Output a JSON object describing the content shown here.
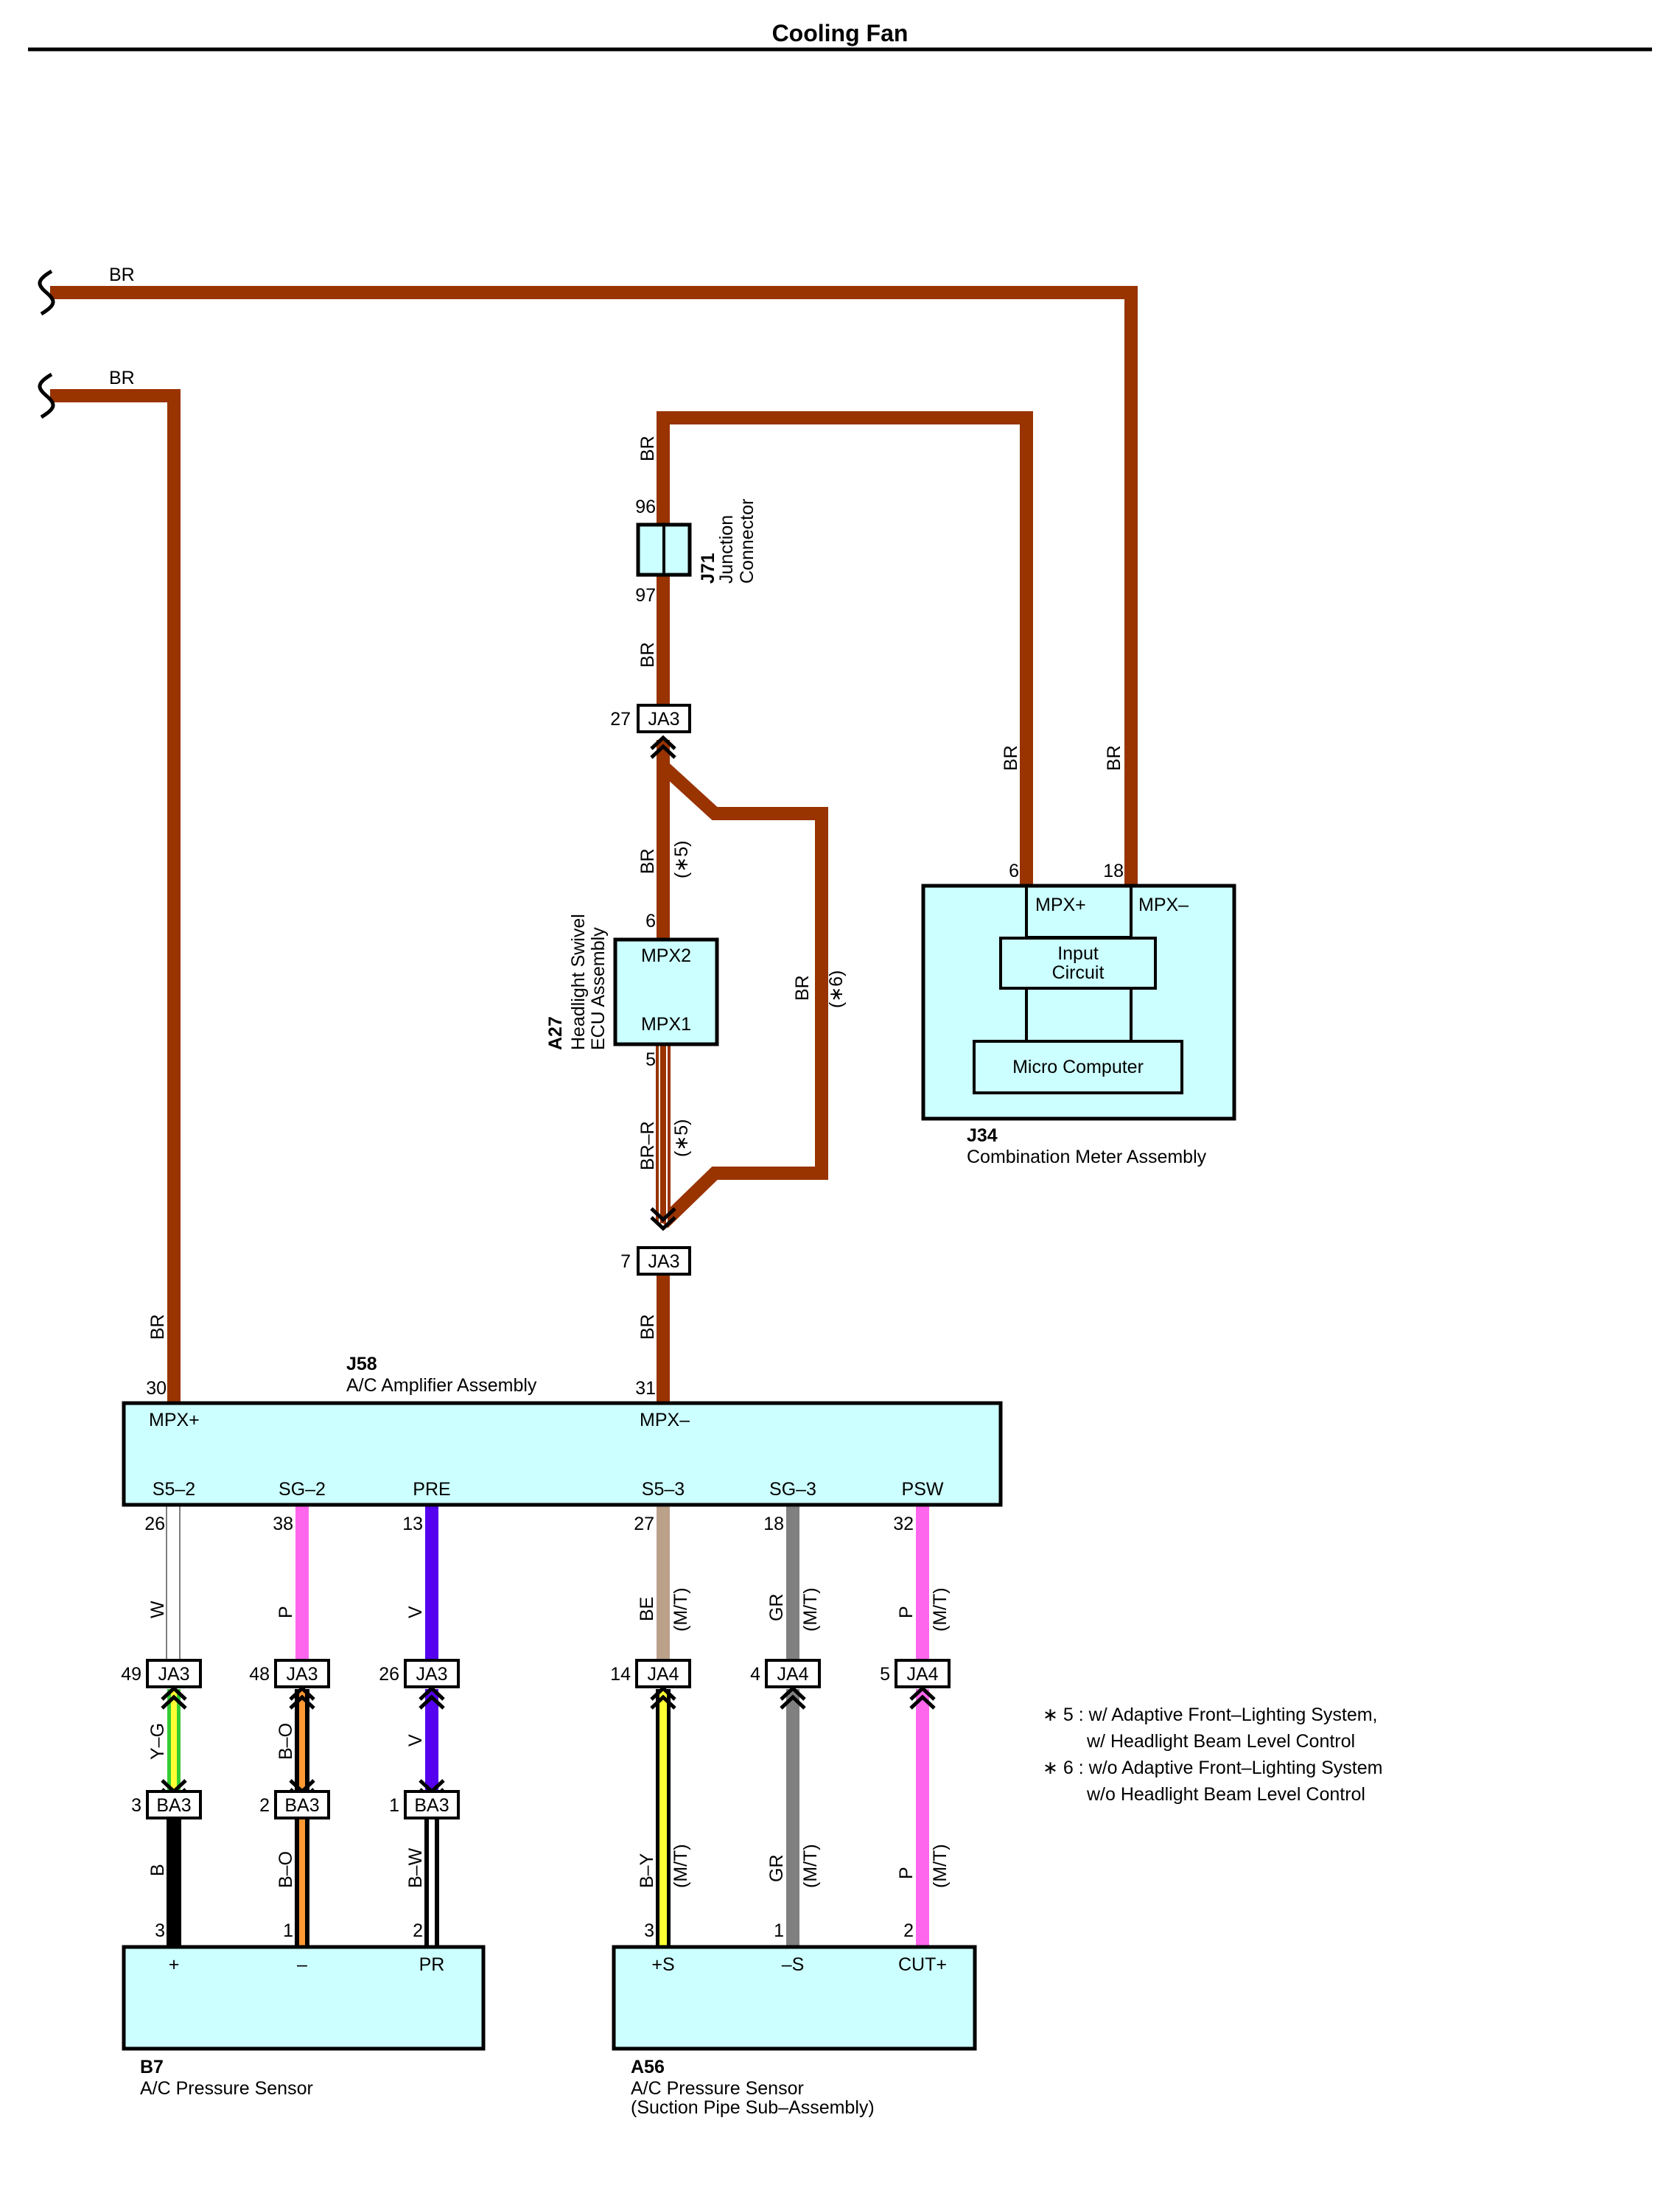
{
  "title": "Cooling Fan",
  "colors": {
    "BR": "#993300",
    "W": "#ffffff",
    "P": "#ff66ee",
    "V": "#5500ee",
    "BE": "#bba08a",
    "GR": "#808080",
    "Y": "#ffff33",
    "G": "#33cc33",
    "O": "#ff9933",
    "B": "#000000",
    "R": "#ff3333",
    "comp_fill": "#ccffff"
  },
  "components": {
    "J58": {
      "code": "J58",
      "name": "A/C Amplifier Assembly",
      "terminals": [
        "MPX+",
        "MPX–",
        "S5–2",
        "SG–2",
        "PRE",
        "S5–3",
        "SG–3",
        "PSW"
      ]
    },
    "J34": {
      "code": "J34",
      "name": "Combination Meter Assembly",
      "terminals": [
        "MPX+",
        "MPX–"
      ],
      "input_circuit": [
        "Input",
        "Circuit"
      ],
      "micro": "Micro Computer"
    },
    "A27": {
      "code": "A27",
      "name_lines": [
        "Headlight Swivel",
        "ECU Assembly"
      ],
      "terminals": [
        "MPX2",
        "MPX1"
      ]
    },
    "J71": {
      "code": "J71",
      "name_lines": [
        "Junction",
        "Connector"
      ]
    },
    "B7": {
      "code": "B7",
      "name": "A/C Pressure Sensor",
      "terminals": [
        "+",
        "–",
        "PR"
      ]
    },
    "A56": {
      "code": "A56",
      "name": "A/C Pressure Sensor",
      "name2": "(Suction Pipe Sub–Assembly)",
      "terminals": [
        "+S",
        "–S",
        "CUT+"
      ]
    }
  },
  "connectors": {
    "JA3": "JA3",
    "JA4": "JA4",
    "BA3": "BA3"
  },
  "pins": {
    "j71_top": "96",
    "j71_bot": "97",
    "ja3_27": "27",
    "a27_6": "6",
    "a27_5": "5",
    "ja3_7": "7",
    "j58_30": "30",
    "j58_31": "31",
    "j34_6": "6",
    "j34_18": "18",
    "j58_26": "26",
    "j58_38": "38",
    "j58_13": "13",
    "j58_27": "27",
    "j58_18": "18",
    "j58_32": "32",
    "ja3_49": "49",
    "ja3_48": "48",
    "ja3_26": "26",
    "ja4_14": "14",
    "ja4_4": "4",
    "ja4_5": "5",
    "ba3_3": "3",
    "ba3_2": "2",
    "ba3_1": "1",
    "b7_3": "3",
    "b7_1": "1",
    "b7_2": "2",
    "a56_3": "3",
    "a56_1": "1",
    "a56_2": "2"
  },
  "wire_labels": {
    "br": "BR",
    "brr": "BR–R",
    "w": "W",
    "p": "P",
    "v": "V",
    "be": "BE",
    "gr": "GR",
    "yg": "Y–G",
    "bo": "B–O",
    "b": "B",
    "bw": "B–W",
    "by": "B–Y"
  },
  "notes_marks": {
    "n5": "(∗5)",
    "n6": "(∗6)",
    "mt": "(M/T)"
  },
  "notes": [
    "∗ 5 : w/ Adaptive Front–Lighting System,",
    "w/ Headlight Beam Level Control",
    "∗ 6 : w/o Adaptive Front–Lighting System",
    "w/o Headlight Beam Level Control"
  ]
}
